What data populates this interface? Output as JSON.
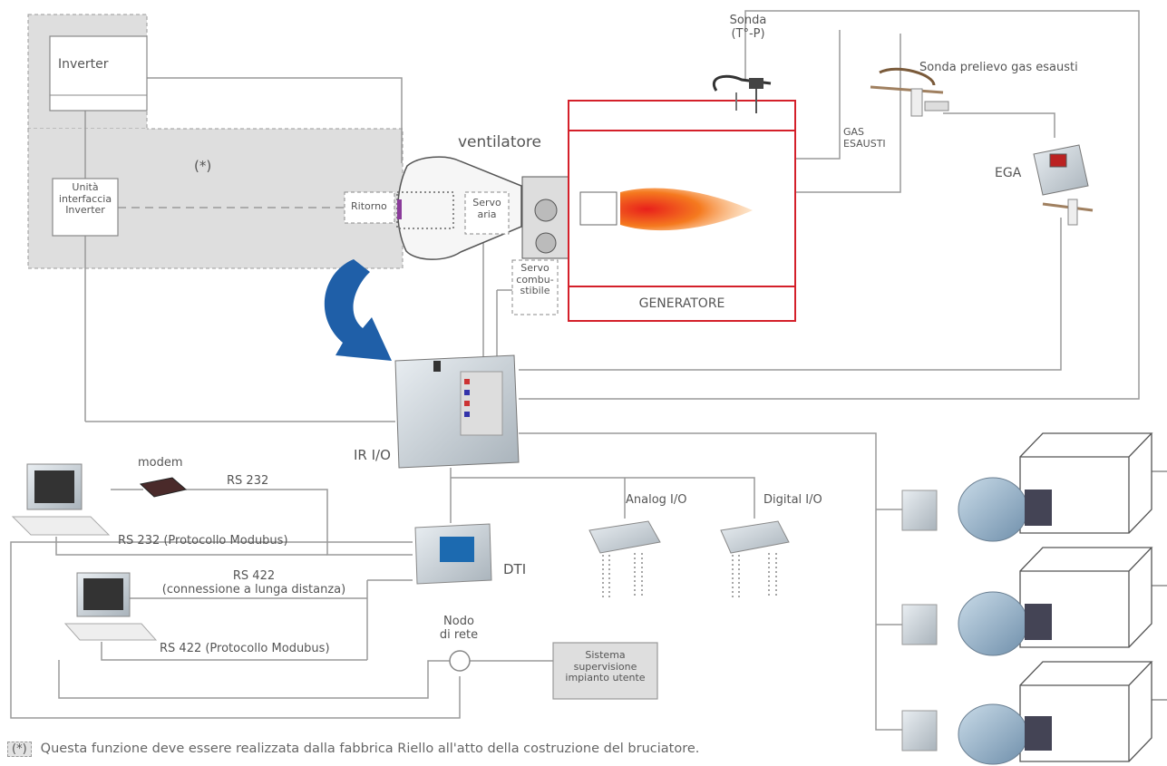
{
  "labels": {
    "inverter": "Inverter",
    "interface_unit": [
      "Unità",
      "interfaccia",
      "Inverter"
    ],
    "asterisk": "(*)",
    "ritorno": "Ritorno",
    "ventilatore": "ventilatore",
    "servo_aria": [
      "Servo",
      "aria"
    ],
    "servo_combustibile": [
      "Servo",
      "combu-",
      "stibile"
    ],
    "generatore": "GENERATORE",
    "sonda": [
      "Sonda",
      "(T°-P)"
    ],
    "sonda_prelievo": "Sonda prelievo gas esausti",
    "gas_esausti": [
      "GAS",
      "ESAUSTI"
    ],
    "ega": "EGA",
    "ir_io": "IR I/O",
    "modem": "modem",
    "rs232": "RS 232",
    "rs232_modbus": "RS 232 (Protocollo Modubus)",
    "rs422": [
      "RS 422",
      "(connessione a lunga distanza)"
    ],
    "rs422_modbus": "RS 422 (Protocollo Modubus)",
    "dti": "DTI",
    "analog_io": "Analog I/O",
    "digital_io": "Digital I/O",
    "nodo_rete": [
      "Nodo",
      "di rete"
    ],
    "sistema_supervisione": [
      "Sistema",
      "supervisione",
      "impianto utente"
    ]
  },
  "footnote": {
    "tag": "(*)",
    "text": "Questa funzione deve essere realizzata dalla fabbrica Riello all'atto della costruzione del bruciatore."
  },
  "colors": {
    "line": "#9a9a9a",
    "generator_border": "#d4202a",
    "arrow_blue": "#1f5fa8",
    "flame": "#f26a1b",
    "panel_gray": "#dedede"
  }
}
